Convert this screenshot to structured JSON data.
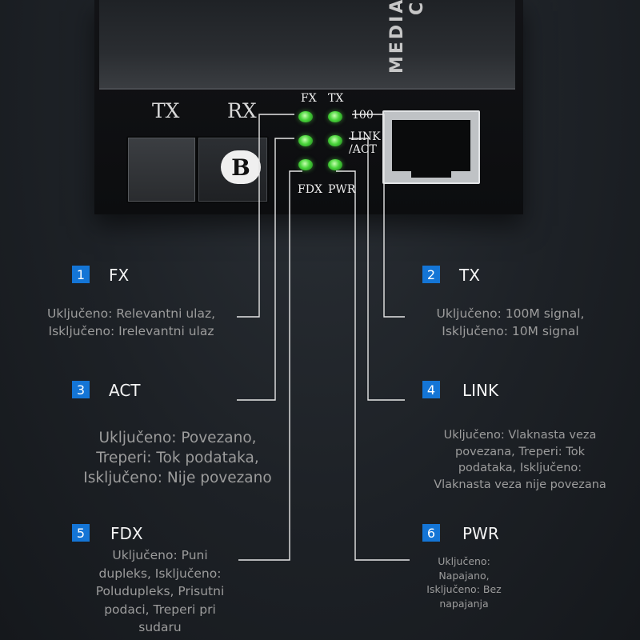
{
  "device": {
    "label": "MEDIA C",
    "tx_label": "TX",
    "rx_label": "RX",
    "connector_badge": "B",
    "led_labels": {
      "fx": "FX",
      "tx": "TX",
      "speed": "100",
      "link": "LINK",
      "act": "/ACT",
      "fdx": "FDX",
      "pwr": "PWR"
    },
    "led_color": "#48d43a"
  },
  "accent_color": "#1475d6",
  "callouts": [
    {
      "number": "1",
      "title": "FX",
      "description": "Uključeno: Relevantni ulaz,\nIsključeno: Irelevantni ulaz"
    },
    {
      "number": "2",
      "title": "TX",
      "description": "Uključeno: 100M signal,\nIsključeno: 10M signal"
    },
    {
      "number": "3",
      "title": "ACT",
      "description": "Uključeno: Povezano,\nTreperi: Tok podataka,\nIsključeno: Nije povezano"
    },
    {
      "number": "4",
      "title": "LINK",
      "description": "Uključeno: Vlaknasta veza\npovezana, Treperi: Tok\npodataka, Isključeno:\nVlaknasta veza nije povezana"
    },
    {
      "number": "5",
      "title": "FDX",
      "description": "Uključeno: Puni\ndupleks, Isključeno:\nPoludupleks, Prisutni\npodaci, Treperi pri\nsudaru"
    },
    {
      "number": "6",
      "title": "PWR",
      "description": "Uključeno:\nNapajano,\nIsključeno: Bez\nnapajanja"
    }
  ]
}
